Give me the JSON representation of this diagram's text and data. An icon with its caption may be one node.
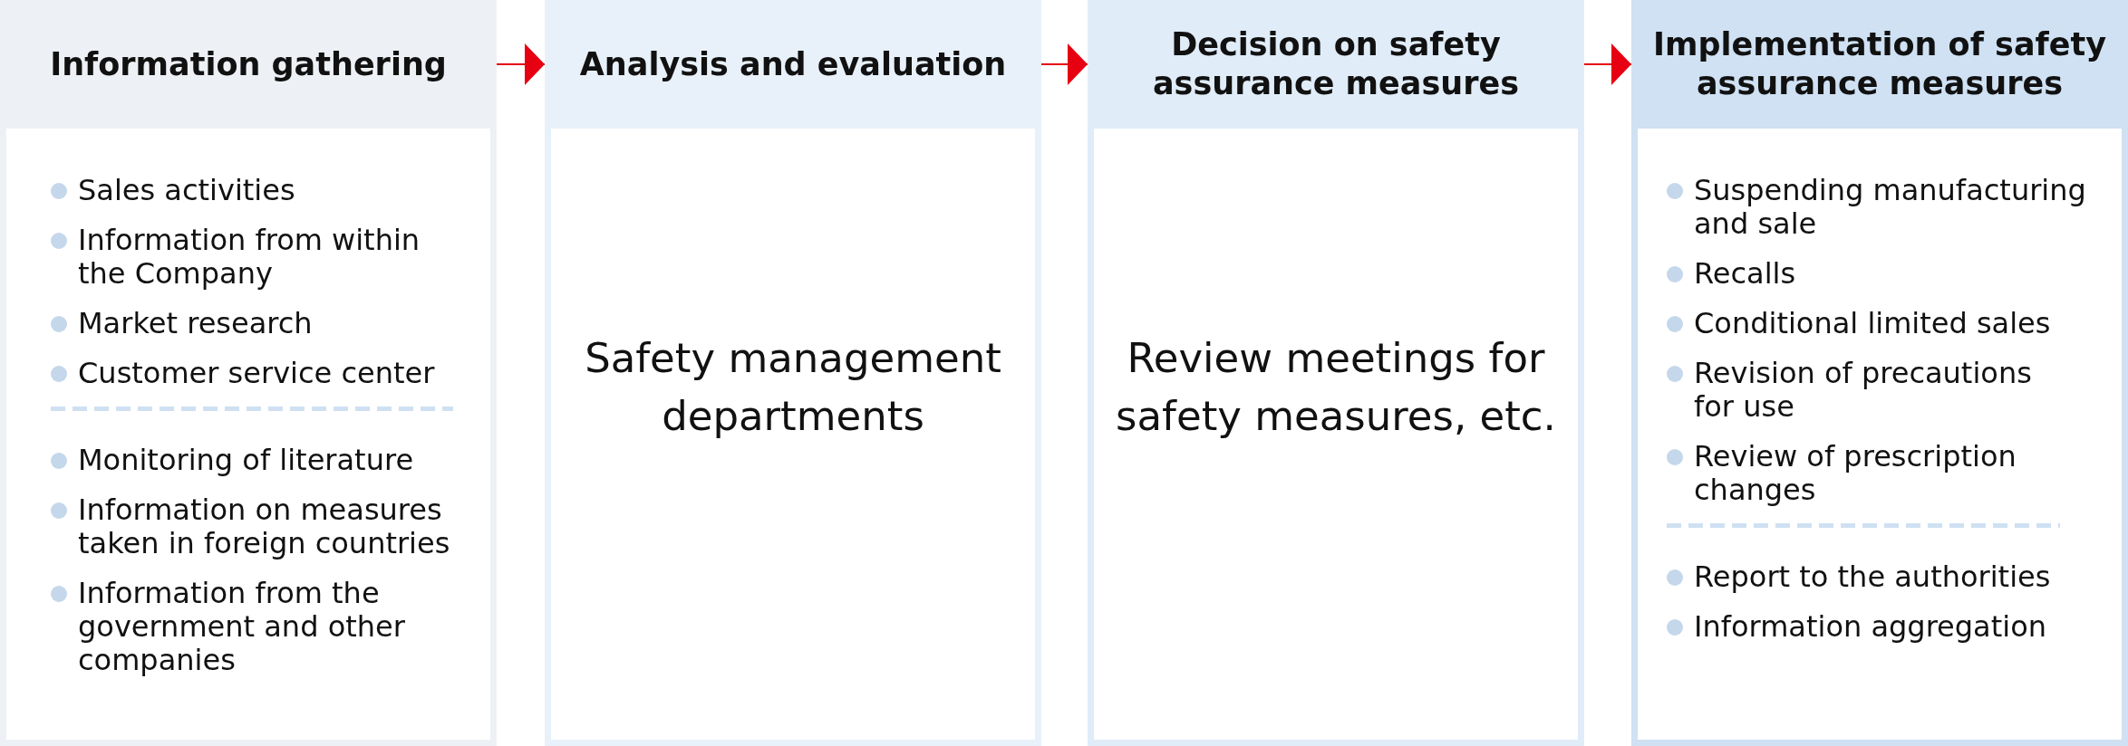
{
  "diagram": {
    "nodes": [
      {
        "text": [
          "Information gathering"
        ]
      },
      {
        "text": [
          "Sales activities",
          "Information from within the Company",
          "Market research",
          "Customer service center",
          "Monitoring of literature",
          "Information on measures taken in foreign countries",
          "Information from the government and other companies"
        ],
        "in": 0
      },
      {
        "text": [
          "Analysis and evaluation"
        ]
      },
      {
        "text": [
          "Safety management departments"
        ],
        "in": 2
      },
      {
        "text": [
          "Decision on safety assurance measures"
        ]
      },
      {
        "text": [
          "Review meetings for safety measures, etc."
        ],
        "in": 4
      },
      {
        "text": [
          "Implementation of safety assurance measures"
        ]
      },
      {
        "text": [
          "Suspending manufacturing and sale",
          "Recalls",
          "Conditional limited sales",
          "Revision of precautions for use",
          "Review of prescription changes",
          "Report to the authorities",
          "Information aggregation"
        ],
        "in": 6
      }
    ],
    "edges": [
      {
        "from": 0,
        "to": 2,
        "arrow": "to"
      },
      {
        "from": 2,
        "to": 4,
        "arrow": "to"
      },
      {
        "from": 4,
        "to": 6,
        "arrow": "to"
      }
    ]
  }
}
